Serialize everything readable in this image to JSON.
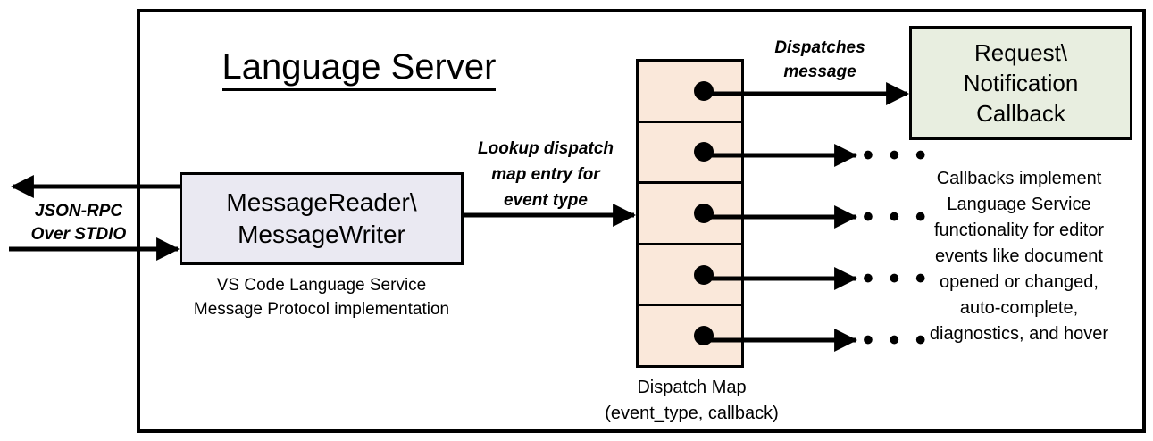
{
  "diagram": {
    "title": "Language Server",
    "frame_border_color": "#000000",
    "background": "#ffffff"
  },
  "external_io": {
    "label_line1": "JSON-RPC",
    "label_line2": "Over STDIO",
    "outgoing_arrow_name": "response-out-arrow",
    "incoming_arrow_name": "request-in-arrow"
  },
  "reader_box": {
    "line1": "MessageReader\\",
    "line2": "MessageWriter",
    "fill": "#eae9f2",
    "caption_line1": "VS Code Language Service",
    "caption_line2": "Message Protocol implementation"
  },
  "lookup_arrow": {
    "label_line1": "Lookup dispatch",
    "label_line2": "map entry for",
    "label_line3": "event type"
  },
  "dispatch_map": {
    "fill": "#fae8da",
    "rows": 5,
    "caption_line1": "Dispatch Map",
    "caption_line2": "(event_type, callback)",
    "entries": [
      {
        "id": "entry-1",
        "dot": "●"
      },
      {
        "id": "entry-2",
        "dot": "●"
      },
      {
        "id": "entry-3",
        "dot": "●"
      },
      {
        "id": "entry-4",
        "dot": "●"
      },
      {
        "id": "entry-5",
        "dot": "●"
      }
    ]
  },
  "dispatch_arrow": {
    "label_line1": "Dispatches",
    "label_line2": "message"
  },
  "callback_box": {
    "line1": "Request\\",
    "line2": "Notification",
    "line3": "Callback",
    "fill": "#e8eee0",
    "caption_line1": "Callbacks implement",
    "caption_line2": "Language Service",
    "caption_line3": "functionality for editor",
    "caption_line4": "events like document",
    "caption_line5": "opened or changed,",
    "caption_line6": "auto-complete,",
    "caption_line7": "diagnostics, and hover"
  },
  "ellipses": {
    "glyph": "• • •",
    "count": 4
  }
}
